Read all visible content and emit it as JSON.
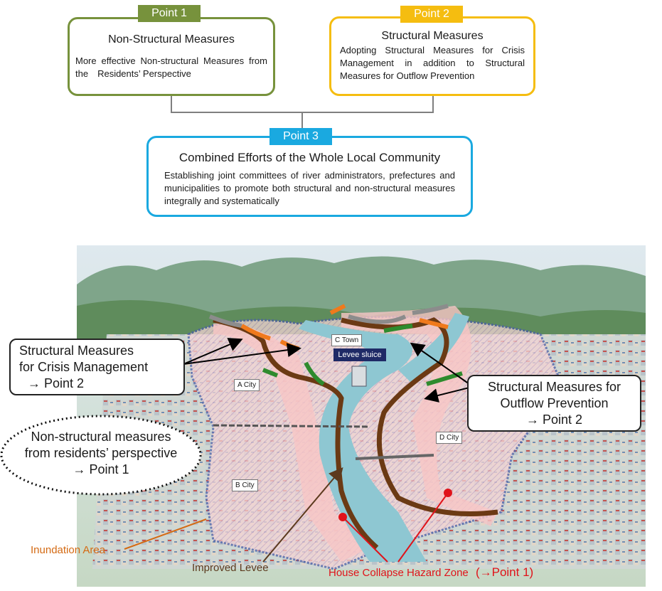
{
  "points": {
    "point1": {
      "tab": "Point 1",
      "title": "Non-Structural Measures",
      "body": "More effective Non-structural Measures from the　Residents’ Perspective",
      "color": "#77923c"
    },
    "point2": {
      "tab": "Point 2",
      "title": "Structural Measures",
      "body": "Adopting Structural Measures for Crisis Management in addition to Structural Measures for Outflow Prevention",
      "color": "#f5bd10"
    },
    "point3": {
      "tab": "Point 3",
      "title": "Combined Efforts of the Whole Local Community",
      "body": "Establishing joint committees of river administrators, prefectures and municipalities to promote both structural and non-structural measures integrally and systematically",
      "color": "#1aa9e0"
    }
  },
  "illustration": {
    "place_labels": {
      "c_town": "C Town",
      "levee_sluice": "Levee sluice",
      "a_city": "A City",
      "b_city": "B City",
      "d_city": "D City"
    },
    "callouts": {
      "crisis": [
        "Structural Measures",
        "for Crisis Management",
        "→ Point 2"
      ],
      "outflow": [
        "Structural  Measures for",
        "Outflow Prevention",
        "→ Point 2"
      ],
      "nonstructural": [
        "Non-structural measures",
        "from residents’ perspective",
        "→ Point 1"
      ]
    },
    "legend": {
      "inundation_area": "Inundation Area",
      "improved_levee": "Improved Levee",
      "hazard_zone": "House Collapse Hazard Zone",
      "hazard_zone_ref": "(→Point 1)"
    }
  },
  "colors": {
    "connector": "#7f7f7f",
    "inundation_label": "#d46a13",
    "improved_levee_label": "#5c3a1e",
    "hazard_label": "#e0131a",
    "levee_sluice_bg": "#1f2a66",
    "crisis_levee": "#f07a1c",
    "outflow_levee": "#2e8b2e",
    "improved_levee": "#6b3a14"
  }
}
